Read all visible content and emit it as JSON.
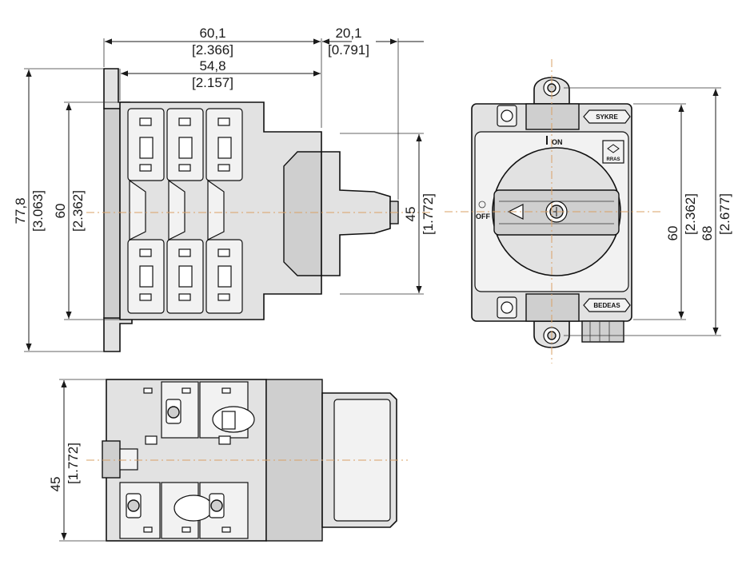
{
  "dimensions": {
    "top_width": {
      "mm": "60,1",
      "inch": "[2.366]"
    },
    "knob_depth": {
      "mm": "20,1",
      "inch": "[0.791]"
    },
    "body_width": {
      "mm": "54,8",
      "inch": "[2.157]"
    },
    "total_height": {
      "mm": "77,8",
      "inch": "[3.063]"
    },
    "body_height_side": {
      "mm": "60",
      "inch": "[2.362]"
    },
    "knob_height": {
      "mm": "45",
      "inch": "[1.772]"
    },
    "front_height": {
      "mm": "60",
      "inch": "[2.362]"
    },
    "front_total_height": {
      "mm": "68",
      "inch": "[2.677]"
    },
    "bottom_height": {
      "mm": "45",
      "inch": "[1.772]"
    }
  },
  "front_view": {
    "on_label": "ON",
    "off_label": "OFF",
    "brand_top": "SYKRE",
    "brand_bottom": "BEDEAS",
    "badge": "RRAS"
  },
  "colors": {
    "line": "#111111",
    "fill": "#e2e2e2",
    "centerline": "#d9a066"
  }
}
